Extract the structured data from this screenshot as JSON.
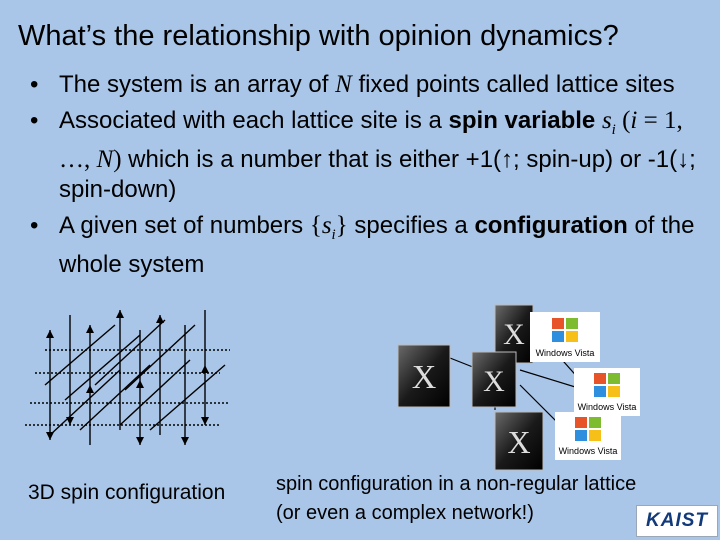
{
  "slide": {
    "title": "What’s the relationship with opinion dynamics?",
    "bullet_glyph": "•",
    "b1": {
      "t1": "The system is an array of ",
      "n": "N",
      "t2": " fixed points called lattice sites"
    },
    "b2": {
      "t1": "Associated with each lattice site is a ",
      "bold": "spin variable",
      "s": "s",
      "sub": "i",
      "m1": " (",
      "i": "i",
      "m2": " = 1, …, ",
      "n": "N",
      "m3": ")",
      "t2": " which is a number that is either +1(↑; spin-up) or -1(↓; spin-down)"
    },
    "b3": {
      "t1": "A given set of numbers ",
      "lb": "{",
      "s": "s",
      "sub": "i",
      "rb": "}",
      "t2": " specifies a ",
      "bold": "configuration",
      "t3": " of the whole system"
    },
    "caption_left": "3D spin configuration",
    "caption_right_1": "spin configuration in a non-regular lattice",
    "caption_right_2": "(or even a complex network!)",
    "logo_text": "KAIST",
    "vista_label": "Windows Vista"
  },
  "icons": [
    "mac-os-x-icon",
    "windows-vista-logo-icon",
    "kaist-logo"
  ]
}
